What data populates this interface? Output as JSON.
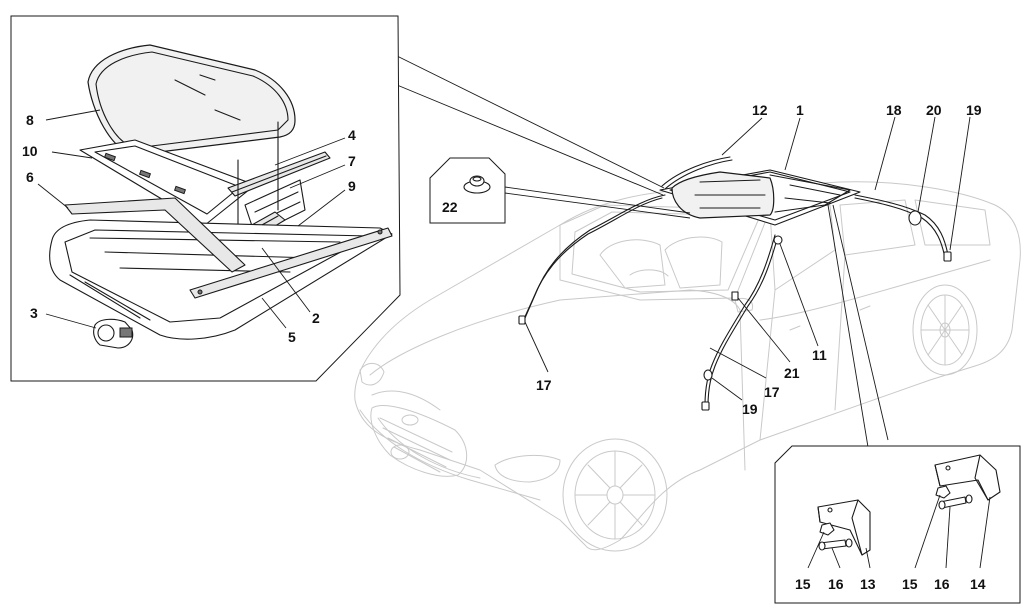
{
  "accent_colors": {
    "ink": "#1a1a1a",
    "ghost": "#c9c9c9",
    "background": "#ffffff"
  },
  "callouts": [
    {
      "id": "main-detail",
      "part_numbers": [
        "2",
        "3",
        "4",
        "5",
        "6",
        "7",
        "8",
        "9",
        "10"
      ]
    },
    {
      "id": "plug-detail",
      "part_numbers": [
        "22"
      ]
    },
    {
      "id": "bracket-detail",
      "part_numbers": [
        "13",
        "14",
        "15",
        "16"
      ]
    }
  ],
  "labels": {
    "n1": "1",
    "n2": "2",
    "n3": "3",
    "n4": "4",
    "n5": "5",
    "n6": "6",
    "n7": "7",
    "n8": "8",
    "n9": "9",
    "n10": "10",
    "n11": "11",
    "n12": "12",
    "n13": "13",
    "n14": "14",
    "n15a": "15",
    "n15b": "15",
    "n16a": "16",
    "n16b": "16",
    "n17a": "17",
    "n17b": "17",
    "n18": "18",
    "n19a": "19",
    "n19b": "19",
    "n20": "20",
    "n21": "21",
    "n22": "22"
  }
}
